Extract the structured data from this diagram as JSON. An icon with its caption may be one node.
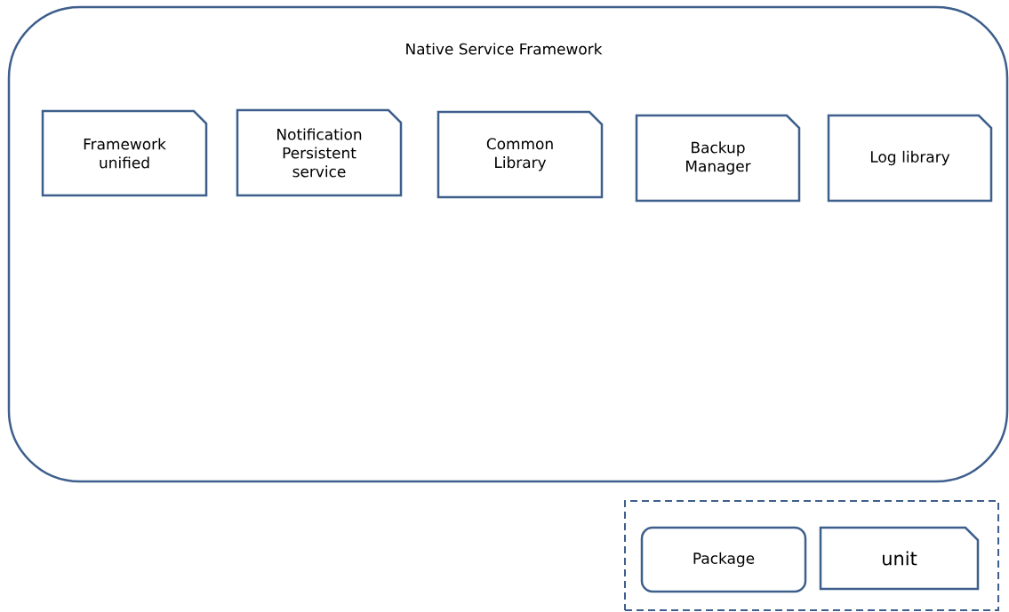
{
  "diagram": {
    "nodes": [
      {
        "text": [
          "Native Service Framework"
        ]
      },
      {
        "text": [
          "Framework unified"
        ],
        "in": 0
      },
      {
        "text": [
          "Notification Persistent service"
        ],
        "in": 0
      },
      {
        "text": [
          "Common Library"
        ],
        "in": 0
      },
      {
        "text": [
          "Backup Manager"
        ],
        "in": 0
      },
      {
        "text": [
          "Log library"
        ],
        "in": 0
      },
      {
        "text": [],
        "shape": "box"
      },
      {
        "text": [
          "Package"
        ],
        "in": 6
      },
      {
        "text": [
          "unit"
        ],
        "in": 6
      }
    ],
    "edges": []
  }
}
